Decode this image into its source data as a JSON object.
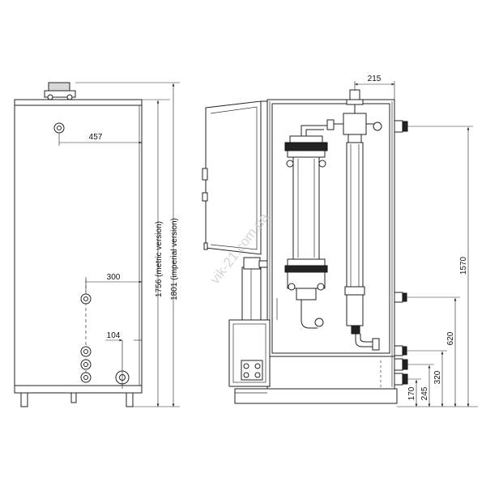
{
  "dimensions": {
    "d457": "457",
    "d300": "300",
    "d104": "104",
    "d215": "215",
    "d1570": "1570",
    "d620": "620",
    "d320": "320",
    "d245": "245",
    "d170": "170",
    "height_metric": "1756 (metric version)",
    "height_imperial": "1801 (imperial version)"
  },
  "watermark": "vik-21.com.ua",
  "colors": {
    "line": "#222222",
    "background": "#ffffff",
    "watermark": "#c8c8c8"
  }
}
